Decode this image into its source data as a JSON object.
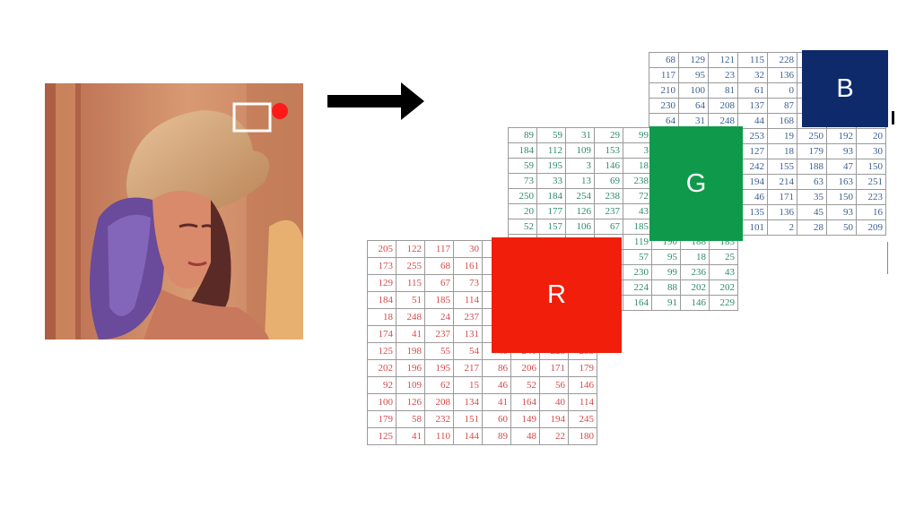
{
  "diagram": {
    "channels": [
      {
        "id": "B",
        "label": "B",
        "color": "#0e2a6b",
        "text_color": "#3d6090",
        "rows": [
          [
            "68",
            "129",
            "121",
            "115",
            "228",
            "",
            "",
            ""
          ],
          [
            "117",
            "95",
            "23",
            "32",
            "136",
            "",
            "",
            ""
          ],
          [
            "210",
            "100",
            "81",
            "61",
            "0",
            "",
            "",
            ""
          ],
          [
            "230",
            "64",
            "208",
            "137",
            "87",
            "",
            "",
            ""
          ],
          [
            "64",
            "31",
            "248",
            "44",
            "168",
            "",
            "",
            ""
          ],
          [
            "",
            "",
            "",
            "253",
            "19",
            "250",
            "192",
            "20"
          ],
          [
            "",
            "",
            "",
            "127",
            "18",
            "179",
            "93",
            "30"
          ],
          [
            "",
            "",
            "",
            "242",
            "155",
            "188",
            "47",
            "150"
          ],
          [
            "",
            "",
            "",
            "194",
            "214",
            "63",
            "163",
            "251"
          ],
          [
            "",
            "",
            "",
            "46",
            "171",
            "35",
            "150",
            "223"
          ],
          [
            "",
            "",
            "",
            "135",
            "136",
            "45",
            "93",
            "16"
          ],
          [
            "",
            "",
            "",
            "101",
            "2",
            "28",
            "50",
            "209"
          ]
        ]
      },
      {
        "id": "G",
        "label": "G",
        "color": "#0f9a4b",
        "text_color": "#2e8a6e",
        "rows": [
          [
            "89",
            "59",
            "31",
            "29",
            "99",
            "",
            "",
            ""
          ],
          [
            "184",
            "112",
            "109",
            "153",
            "3",
            "",
            "",
            ""
          ],
          [
            "59",
            "195",
            "3",
            "146",
            "18",
            "",
            "",
            ""
          ],
          [
            "73",
            "33",
            "13",
            "69",
            "238",
            "",
            "",
            ""
          ],
          [
            "250",
            "184",
            "254",
            "238",
            "72",
            "",
            "",
            ""
          ],
          [
            "20",
            "177",
            "126",
            "237",
            "43",
            "",
            "",
            ""
          ],
          [
            "52",
            "157",
            "106",
            "67",
            "185",
            "",
            "",
            ""
          ],
          [
            "",
            "",
            "",
            "",
            "119",
            "190",
            "188",
            "183"
          ],
          [
            "",
            "",
            "",
            "",
            "57",
            "95",
            "18",
            "25"
          ],
          [
            "",
            "",
            "",
            "",
            "230",
            "99",
            "236",
            "43"
          ],
          [
            "",
            "",
            "",
            "",
            "224",
            "88",
            "202",
            "202"
          ],
          [
            "",
            "",
            "",
            "",
            "164",
            "91",
            "146",
            "229"
          ]
        ]
      },
      {
        "id": "R",
        "label": "R",
        "color": "#f01e0a",
        "text_color": "#d44a4a",
        "rows": [
          [
            "205",
            "122",
            "117",
            "30",
            "",
            "",
            "",
            ""
          ],
          [
            "173",
            "255",
            "68",
            "161",
            "",
            "",
            "",
            ""
          ],
          [
            "129",
            "115",
            "67",
            "73",
            "",
            "",
            "",
            ""
          ],
          [
            "184",
            "51",
            "185",
            "114",
            "",
            "",
            "",
            ""
          ],
          [
            "18",
            "248",
            "24",
            "237",
            "",
            "",
            "",
            ""
          ],
          [
            "174",
            "41",
            "237",
            "131",
            "",
            "",
            "",
            ""
          ],
          [
            "125",
            "198",
            "55",
            "54",
            "40",
            "240",
            "223",
            "253"
          ],
          [
            "202",
            "196",
            "195",
            "217",
            "86",
            "206",
            "171",
            "179"
          ],
          [
            "92",
            "109",
            "62",
            "15",
            "46",
            "52",
            "56",
            "146"
          ],
          [
            "100",
            "126",
            "208",
            "134",
            "41",
            "164",
            "40",
            "114"
          ],
          [
            "179",
            "58",
            "232",
            "151",
            "60",
            "149",
            "194",
            "245"
          ],
          [
            "125",
            "41",
            "110",
            "144",
            "89",
            "48",
            "22",
            "180"
          ]
        ]
      }
    ]
  }
}
